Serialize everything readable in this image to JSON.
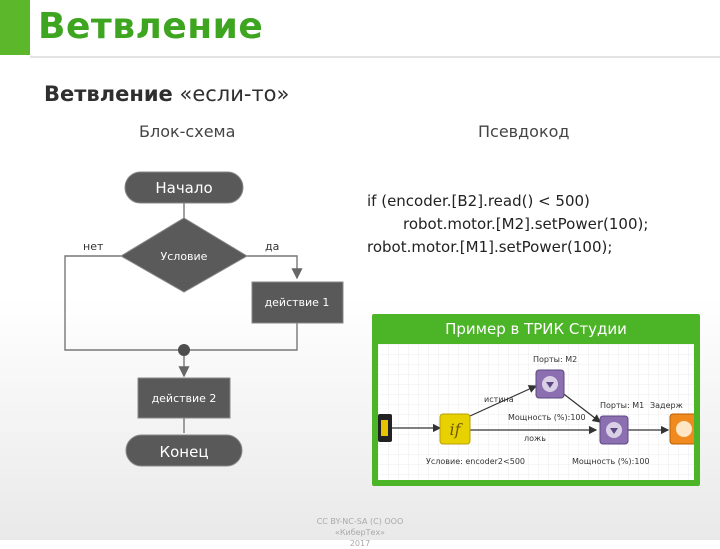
{
  "page": {
    "title": "Ветвление",
    "subtitle_main": "Ветвление",
    "subtitle_rest": " «если-то»",
    "accent_color": "#5cb82a"
  },
  "flowchart": {
    "heading": "Блок-схема",
    "start": "Начало",
    "condition": "Условие",
    "yes_label": "да",
    "no_label": "нет",
    "action1": "действие 1",
    "action2": "действие 2",
    "end": "Конец",
    "node_color": "#595959"
  },
  "pseudocode": {
    "heading": "Псевдокод",
    "lines": [
      "if (encoder.[B2].read() < 500)",
      "robot.motor.[M2].setPower(100);",
      "robot.motor.[M1].setPower(100);"
    ]
  },
  "trik_example": {
    "title": "Пример в ТРИК Студии",
    "ports_m2": "Порты: M2",
    "ports_m1": "Порты: M1",
    "delay": "Задерж",
    "true_label": "истина",
    "false_label": "ложь",
    "power_top": "Мощность (%):100",
    "power_bottom": "Мощность (%):100",
    "condition_text": "Условие: encoder2<500",
    "if_block": "if"
  },
  "footer": {
    "license_line1": "CC BY-NC-SA (C) ООО «КиберТех»",
    "license_line2": "2017"
  }
}
